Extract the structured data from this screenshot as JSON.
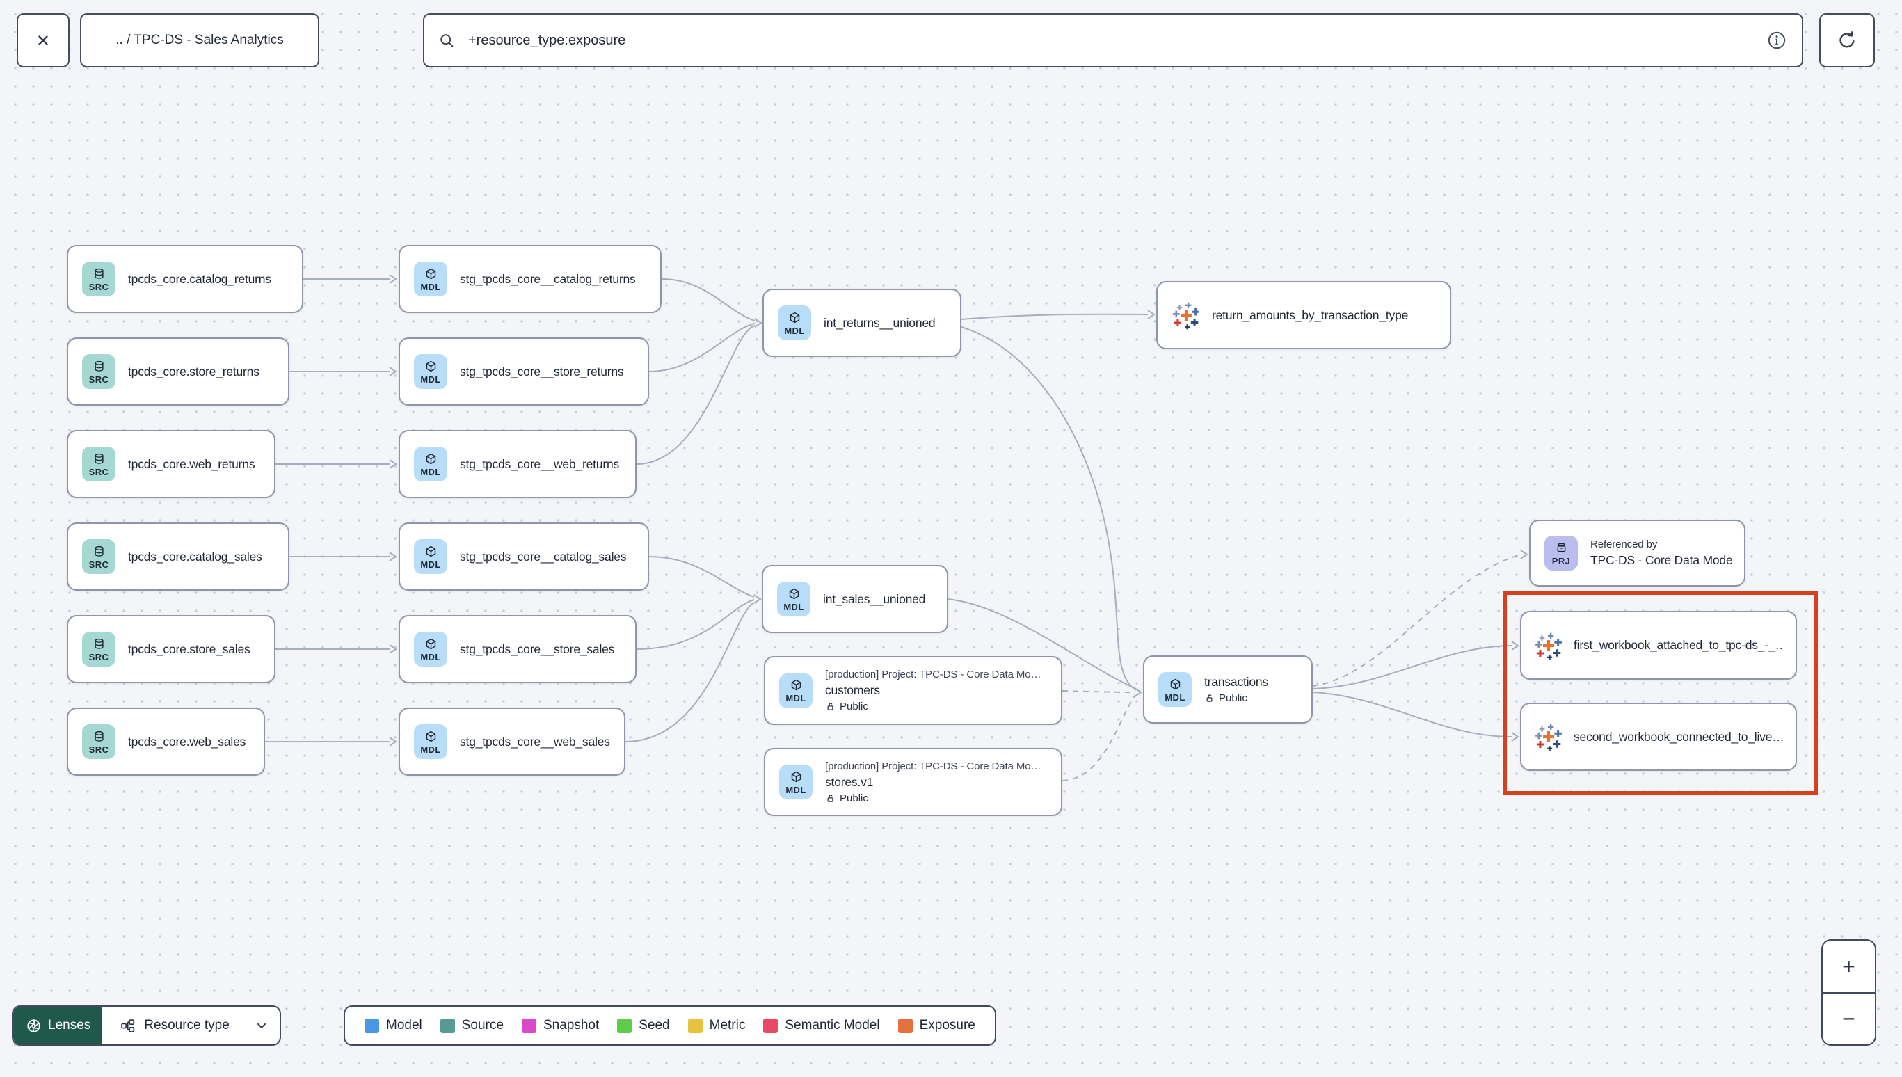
{
  "topbar": {
    "breadcrumb": ".. / TPC-DS - Sales Analytics",
    "search_value": "+resource_type:exposure"
  },
  "badges": {
    "source": "SRC",
    "model": "MDL",
    "project": "PRJ"
  },
  "nodes": {
    "sources": [
      {
        "label": "tpcds_core.catalog_returns"
      },
      {
        "label": "tpcds_core.store_returns"
      },
      {
        "label": "tpcds_core.web_returns"
      },
      {
        "label": "tpcds_core.catalog_sales"
      },
      {
        "label": "tpcds_core.store_sales"
      },
      {
        "label": "tpcds_core.web_sales"
      }
    ],
    "staging": [
      {
        "label": "stg_tpcds_core__catalog_returns"
      },
      {
        "label": "stg_tpcds_core__store_returns"
      },
      {
        "label": "stg_tpcds_core__web_returns"
      },
      {
        "label": "stg_tpcds_core__catalog_sales"
      },
      {
        "label": "stg_tpcds_core__store_sales"
      },
      {
        "label": "stg_tpcds_core__web_sales"
      }
    ],
    "int_returns": {
      "label": "int_returns__unioned"
    },
    "int_sales": {
      "label": "int_sales__unioned"
    },
    "exposure_returns": {
      "label": "return_amounts_by_transaction_type"
    },
    "customers": {
      "project": "[production] Project: TPC-DS - Core Data Mo…",
      "label": "customers",
      "access": "Public"
    },
    "stores": {
      "project": "[production] Project: TPC-DS - Core Data Mo…",
      "label": "stores.v1",
      "access": "Public"
    },
    "transactions": {
      "label": "transactions",
      "access": "Public"
    },
    "referenced_by": {
      "title": "Referenced by",
      "label": "TPC-DS - Core Data Models"
    },
    "workbook1": {
      "label": "first_workbook_attached_to_tpc-ds_-_…"
    },
    "workbook2": {
      "label": "second_workbook_connected_to_live…"
    }
  },
  "footer": {
    "lenses_label": "Lenses",
    "resource_type_label": "Resource type",
    "legend": [
      {
        "label": "Model",
        "color": "#4a97e3"
      },
      {
        "label": "Source",
        "color": "#569a96"
      },
      {
        "label": "Snapshot",
        "color": "#da49c7"
      },
      {
        "label": "Seed",
        "color": "#5ecc49"
      },
      {
        "label": "Metric",
        "color": "#e7c33d"
      },
      {
        "label": "Semantic Model",
        "color": "#e84a66"
      },
      {
        "label": "Exposure",
        "color": "#e5703e"
      }
    ]
  },
  "zoom_controls": {
    "zoom_in": "+",
    "zoom_out": "−"
  },
  "colors": {
    "highlight_border": "#d6401f",
    "edge": "#a8aebc",
    "lenses_green": "#20594c"
  }
}
